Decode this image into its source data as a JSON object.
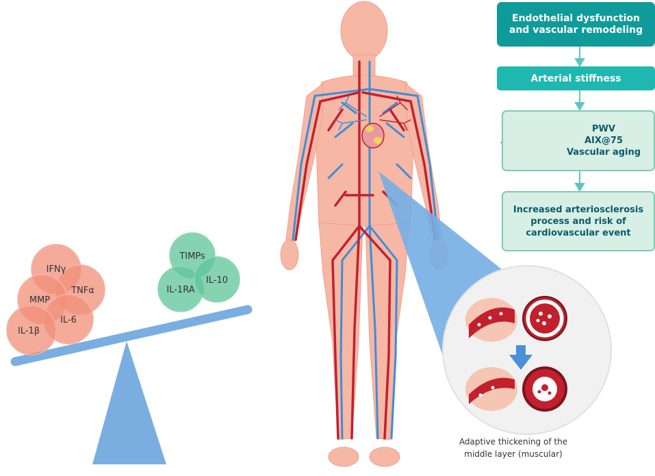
{
  "colors": {
    "pro_inflammatory": "#f28f78",
    "anti_inflammatory": "#5ec49a",
    "seesaw": "#7aaee0",
    "flow_dark": "#0f9b99",
    "flow_mid": "#1fb8b0",
    "flow_light": "#d7efe5",
    "body_skin": "#f6b7a5",
    "artery": "#c2202d",
    "vein": "#3c8ed8"
  },
  "seesaw": {
    "pro_inflammatory_labels": [
      "IFNγ",
      "TNFα",
      "MMP",
      "IL-6",
      "IL-1β"
    ],
    "anti_inflammatory_labels": [
      "TIMPs",
      "IL-1RA",
      "IL-10"
    ]
  },
  "flow": {
    "step1_line1": "Endothelial dysfunction",
    "step1_line2": "and vascular remodeling",
    "step2": "Arterial stiffness",
    "step3_line1": "PWV",
    "step3_line2": "AIX@75",
    "step3_line3": "Vascular aging",
    "step4_line1": "Increased arteriosclerosis",
    "step4_line2": "process and risk of",
    "step4_line3": "cardiovascular event",
    "up_arrow_icon": "up-arrow-icon",
    "down_arrow_icon": "down-arrow-icon"
  },
  "inset": {
    "caption_line1": "Adaptive thickening of the",
    "caption_line2": "middle layer (muscular)",
    "transition_arrow_icon": "down-arrow-icon"
  }
}
